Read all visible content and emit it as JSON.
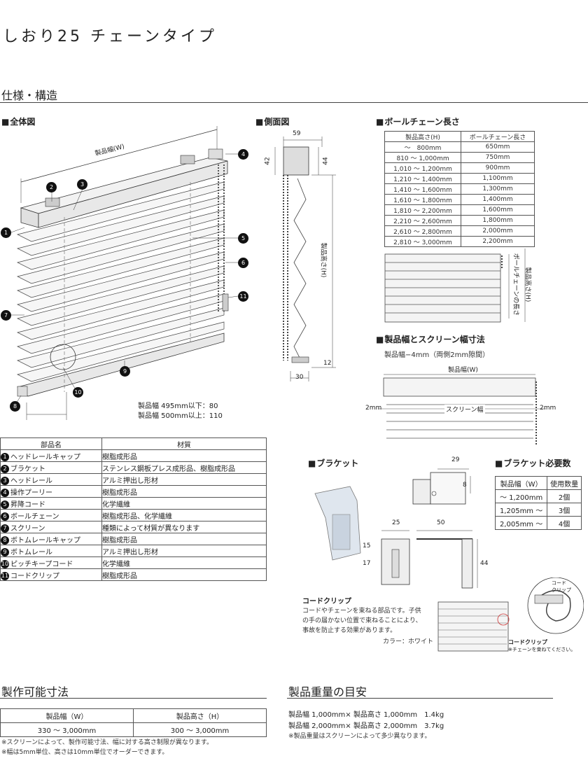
{
  "title": "しおり25 チェーンタイプ",
  "spec_title": "仕様・構造",
  "overall": {
    "heading": "全体図",
    "width_label": "製品幅(W)",
    "note_line1": "製品幅 495mm以下：80",
    "note_line2": "製品幅 500mm以上：110",
    "callouts": [
      "1",
      "2",
      "3",
      "4",
      "5",
      "6",
      "7",
      "8",
      "9",
      "10",
      "11"
    ]
  },
  "side": {
    "heading": "側面図",
    "dim_59": "59",
    "dim_42": "42",
    "dim_44": "44",
    "height_label": "製品高さ(H)",
    "dim_12": "12",
    "dim_30": "30"
  },
  "chain": {
    "heading": "ボールチェーン長さ",
    "headers": [
      "製品高さ(H)",
      "ボールチェーン長さ"
    ],
    "rows": [
      [
        "〜　800mm",
        "650mm"
      ],
      [
        "810 〜 1,000mm",
        "750mm"
      ],
      [
        "1,010 〜 1,200mm",
        "900mm"
      ],
      [
        "1,210 〜 1,400mm",
        "1,100mm"
      ],
      [
        "1,410 〜 1,600mm",
        "1,300mm"
      ],
      [
        "1,610 〜 1,800mm",
        "1,400mm"
      ],
      [
        "1,810 〜 2,200mm",
        "1,600mm"
      ],
      [
        "2,210 〜 2,600mm",
        "1,800mm"
      ],
      [
        "2,610 〜 2,800mm",
        "2,000mm"
      ],
      [
        "2,810 〜 3,000mm",
        "2,200mm"
      ]
    ],
    "chain_label": "ボールチェーンの長さ",
    "height_label": "製品高さ(H)"
  },
  "screen_width": {
    "heading": "製品幅とスクリーン幅寸法",
    "subtitle": "製品幅−4mm（両側2mm隙間）",
    "width_label": "製品幅(W)",
    "screen_label": "スクリーン幅",
    "gap_left": "2mm",
    "gap_right": "2mm"
  },
  "parts": {
    "headers": [
      "部品名",
      "材質"
    ],
    "rows": [
      {
        "num": "1",
        "name": "ヘッドレールキャップ",
        "material": "樹脂成形品"
      },
      {
        "num": "2",
        "name": "ブラケット",
        "material": "ステンレス鋼板プレス成形品、樹脂成形品"
      },
      {
        "num": "3",
        "name": "ヘッドレール",
        "material": "アルミ押出し形材"
      },
      {
        "num": "4",
        "name": "操作プーリー",
        "material": "樹脂成形品"
      },
      {
        "num": "5",
        "name": "昇降コード",
        "material": "化学繊維"
      },
      {
        "num": "6",
        "name": "ボールチェーン",
        "material": "樹脂成形品、化学繊維"
      },
      {
        "num": "7",
        "name": "スクリーン",
        "material": "種類によって材質が異なります"
      },
      {
        "num": "8",
        "name": "ボトムレールキャップ",
        "material": "樹脂成形品"
      },
      {
        "num": "9",
        "name": "ボトムレール",
        "material": "アルミ押出し形材"
      },
      {
        "num": "10",
        "name": "ピッチキープコード",
        "material": "化学繊維"
      },
      {
        "num": "11",
        "name": "コードクリップ",
        "material": "樹脂成形品"
      }
    ]
  },
  "bracket": {
    "heading": "ブラケット",
    "dim_29": "29",
    "dim_8": "8",
    "dim_25": "25",
    "dim_50": "50",
    "dim_15": "15",
    "dim_17": "17",
    "dim_44": "44"
  },
  "bracket_count": {
    "heading": "ブラケット必要数",
    "headers": [
      "製品幅（W）",
      "使用数量"
    ],
    "rows": [
      [
        "〜 1,200mm",
        "2個"
      ],
      [
        "1,205mm 〜",
        "3個"
      ],
      [
        "2,005mm 〜",
        "4個"
      ]
    ]
  },
  "cord_clip": {
    "heading": "コードクリップ",
    "desc1": "コードやチェーンを束ねる部品です。子供",
    "desc2": "の手の届かない位置で束ねることにより、",
    "desc3": "事故を防止する効果があります。",
    "color": "カラー：ホワイト",
    "label_top1": "コード",
    "label_top2": "クリップ",
    "label_clip": "コードクリップ",
    "label_note": "※チェーンを束ねてください。"
  },
  "size": {
    "heading": "製作可能寸法",
    "headers": [
      "製品幅（W）",
      "製品高さ（H）"
    ],
    "values": [
      "330 〜 3,000mm",
      "300 〜 3,000mm"
    ],
    "note1": "※スクリーンによって、製作可能寸法、幅に対する高さ制限が異なります。",
    "note2": "※幅は5mm単位、高さは10mm単位でオーダーできます。"
  },
  "weight": {
    "heading": "製品重量の目安",
    "line1": "製品幅 1,000mm× 製品高さ 1,000mm　1.4kg",
    "line2": "製品幅 2,000mm× 製品高さ 2,000mm　3.7kg",
    "note": "※製品重量はスクリーンによって多少異なります。"
  }
}
